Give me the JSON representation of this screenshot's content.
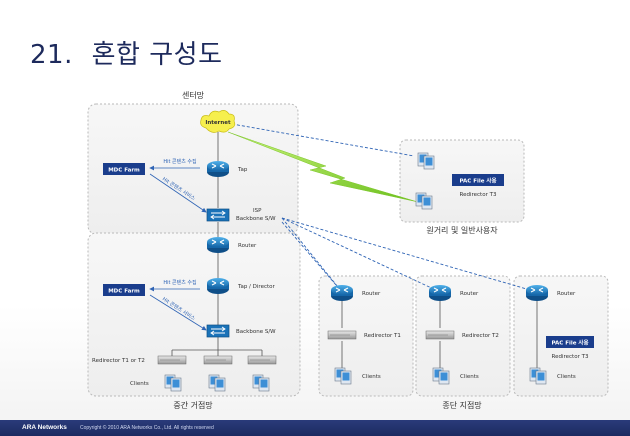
{
  "slide": {
    "number": "21",
    "title": "혼합 구성도"
  },
  "groups": {
    "center": "센터망",
    "remote_users": "원거리 및 일반사용자",
    "mid_branch": "중간 거점망",
    "end_branch": "종단 지점망"
  },
  "nodes": {
    "internet": "Internet",
    "tap": "Tap",
    "isp_backbone_1": "ISP",
    "isp_backbone_2": "Backbone S/W",
    "router": "Router",
    "tap_director": "Tap / Director",
    "backbone_sw": "Backbone S/W",
    "redirector_t1t2": "Redirector T1 or T2",
    "clients": "Clients",
    "mdc_farm": "MDC Farm",
    "pac_file": "PAC File 사용",
    "redirector_t3": "Redirector T3",
    "redirector_t1": "Redirector T1",
    "redirector_t2": "Redirector T2"
  },
  "flows": {
    "hit_collect": "Hit 콘텐츠 수집",
    "hit_service": "Hit 콘텐츠 서비스"
  },
  "footer": {
    "brand": "ARA Networks",
    "copyright": "Copyright © 2010 ARA Networks Co., Ltd. All rights reserved"
  },
  "colors": {
    "title": "#1d2a5c",
    "mdc_box": "#1a3d8c",
    "link": "#2f64b5",
    "wan_bolt": "#9fe03c",
    "router": "#1f7fc4"
  }
}
